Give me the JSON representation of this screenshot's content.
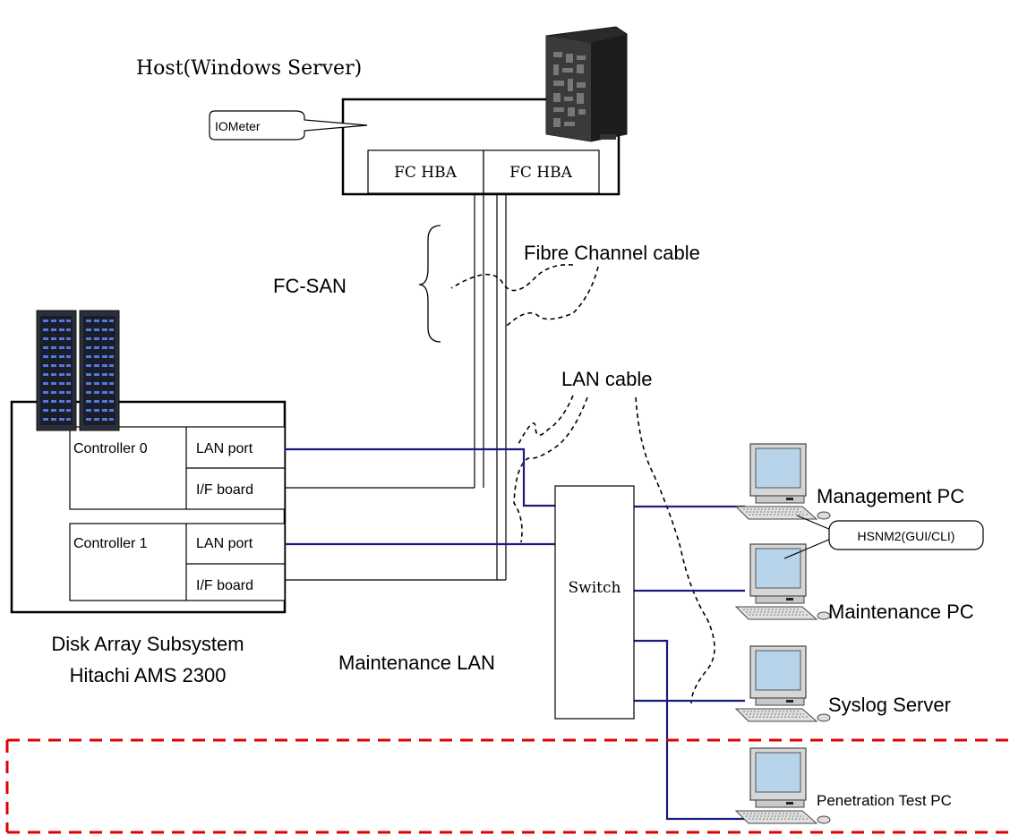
{
  "host": {
    "title": "Host(Windows Server)",
    "callout": "IOMeter",
    "hba_left": "FC HBA",
    "hba_right": "FC HBA"
  },
  "san": {
    "label": "FC-SAN",
    "fibre_cable": "Fibre Channel cable",
    "lan_cable": "LAN cable"
  },
  "disk_array": {
    "controller0": "Controller 0",
    "controller1": "Controller 1",
    "lan_port_0": "LAN port",
    "lan_port_1": "LAN port",
    "if_board_0": "I/F board",
    "if_board_1": "I/F board",
    "caption_line1": "Disk Array Subsystem",
    "caption_line2": "Hitachi AMS 2300"
  },
  "network": {
    "switch": "Switch",
    "maintenance_lan": "Maintenance LAN"
  },
  "pcs": {
    "management": "Management PC",
    "hsnm2_callout": "HSNM2(GUI/CLI)",
    "maintenance": "Maintenance PC",
    "syslog": "Syslog Server",
    "pentest": "Penetration Test PC"
  },
  "colors": {
    "lan_line": "#1a1a80",
    "boundary": "#e00000",
    "monitor_screen": "#b8d4ea",
    "rack_led": "#5577dd"
  }
}
